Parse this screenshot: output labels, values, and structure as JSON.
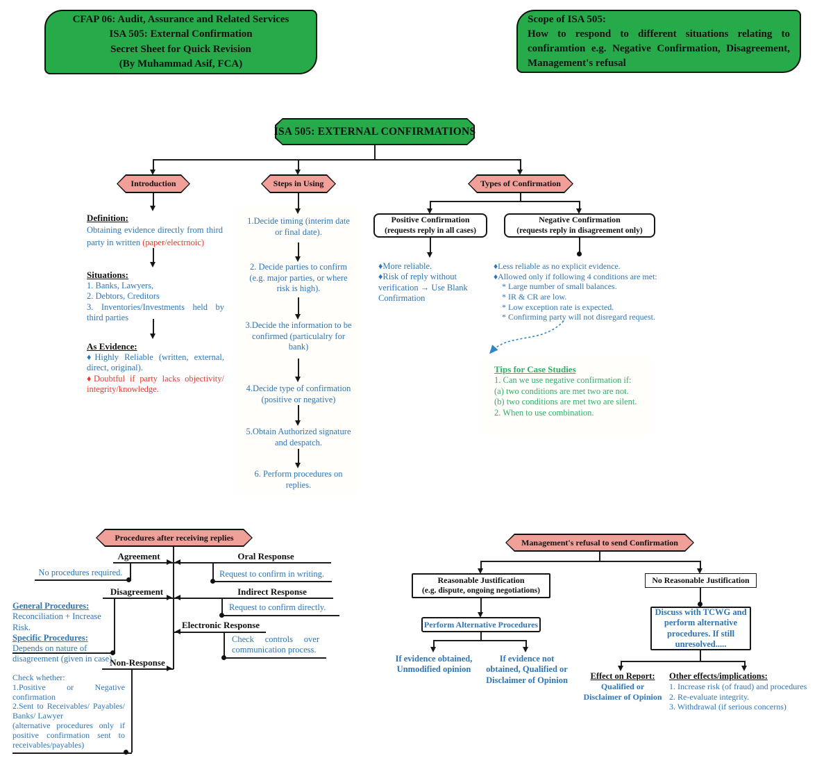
{
  "header": {
    "left": {
      "line1": "CFAP 06: Audit, Assurance and Related Services",
      "line2": "ISA 505: External Confirmation",
      "line3": "Secret Sheet for Quick Revision",
      "line4": "(By Muhammad Asif, FCA)"
    },
    "right": {
      "title": "Scope of ISA 505:",
      "body": "How to respond to different situations relating to confiramtion e.g. Negative Confirmation, Disagreement, Management's refusal"
    }
  },
  "root_label": "ISA 505: EXTERNAL CONFIRMATIONS",
  "intro": {
    "hex": "Introduction",
    "definition_title": "Definition:",
    "definition_blue": "Obtaining evidence directly from third party in written",
    "definition_red": " (paper/electrnoic)",
    "situations_title": "Situations:",
    "situations": [
      "1. Banks, Lawyers,",
      "2. Debtors, Creditors",
      "3. Inventories/Investments held by third parties"
    ],
    "evidence_title": "As Evidence:",
    "evidence_blue": "♦Highly Reliable (written, external, direct, original).",
    "evidence_red": "♦Doubtful if party lacks objectivity/ integrity/knowledge."
  },
  "steps": {
    "hex": "Steps in Using",
    "items": [
      "1.Decide timing (interim date or final date).",
      "2. Decide parties to confirm (e.g. major parties, or where risk is high).",
      "3.Decide the information to be confirmed (particulalry for bank)",
      "4.Decide type of confirmation (positive or negative)",
      "5.Obtain Authorized signature and despatch.",
      "6. Perform procedures on replies."
    ]
  },
  "types": {
    "hex": "Types of Confirmation",
    "positive": {
      "title": "Positive Confirmation",
      "subtitle": "(requests reply in all cases)",
      "bullets": [
        "♦More reliable.",
        "♦Risk of reply without verification → Use Blank Confirmation"
      ]
    },
    "negative": {
      "title": "Negative Confirmation",
      "subtitle": "(requests reply in disagreement only)",
      "bullets": [
        "♦Less reliable as no explicit evidence.",
        "♦Allowed only if following 4 conditions are met:"
      ],
      "conditions": [
        "* Large number of small balances.",
        "* IR & CR are low.",
        "* Low exception rate is expected.",
        "* Confirming party will not disregard request."
      ]
    },
    "tips": {
      "title": "Tips for Case Studies",
      "lines": [
        "1. Can we use negative confirmation if:",
        "(a) two conditions are met two are not.",
        "(b) two conditions are met two are silent.",
        "2. When to use combination."
      ]
    }
  },
  "replies": {
    "hex": "Procedures after receiving replies",
    "agreement": {
      "label": "Agreement",
      "response": "No procedures required."
    },
    "oral": {
      "label": "Oral Response",
      "response": "Request to confirm in writing."
    },
    "disagreement": {
      "label": "Disagreement",
      "gp_title": "General Procedures:",
      "gp_text": "Reconciliation + Increase Risk.",
      "sp_title": "Specific Procedures:",
      "sp_text": "Depends on nature of disagreement (given in case)."
    },
    "indirect": {
      "label": "Indirect Response",
      "response": "Request to confirm directly."
    },
    "electronic": {
      "label": "Electronic Response",
      "response": "Check controls over communication process."
    },
    "nonresponse": {
      "label": "Non-Response",
      "check_title": "Check whether:",
      "check1": "1.Positive or Negative confirmation",
      "check2": "2.Sent to Receivables/ Payables/ Banks/ Lawyer",
      "check3": "(alternative procedures only if positive confirmation sent to receivables/payables)"
    }
  },
  "refusal": {
    "hex": "Management's refusal to send Confirmation",
    "reasonable": {
      "title": "Reasonable Justification",
      "subtitle": "(e.g. dispute, ongoing negotiations)",
      "action": "Perform Alternative Procedures",
      "outcome_yes": "If evidence obtained, Unmodified opinion",
      "outcome_no": "If evidence not obtained, Qualified or Disclaimer of Opinion"
    },
    "no_reasonable": {
      "title": "No Reasonable Justification",
      "action": "Discuss with TCWG and perform alternative procedures. If still unresolved.....",
      "effect_title": "Effect on Report:",
      "effect_text": "Qualified or Disclaimer of Opinion",
      "other_title": "Other effects/implications:",
      "other_items": [
        "1. Increase risk (of fraud) and procedures",
        "2. Re-evaluate integrity.",
        "3. Withdrawal (if serious concerns)"
      ]
    }
  },
  "colors": {
    "green": "#27ab4a",
    "pink": "#f0a099",
    "blue": "#2e75b6",
    "red": "#e43c31",
    "tips_green": "#2fae68",
    "wavy_tan": "#cfa184"
  }
}
